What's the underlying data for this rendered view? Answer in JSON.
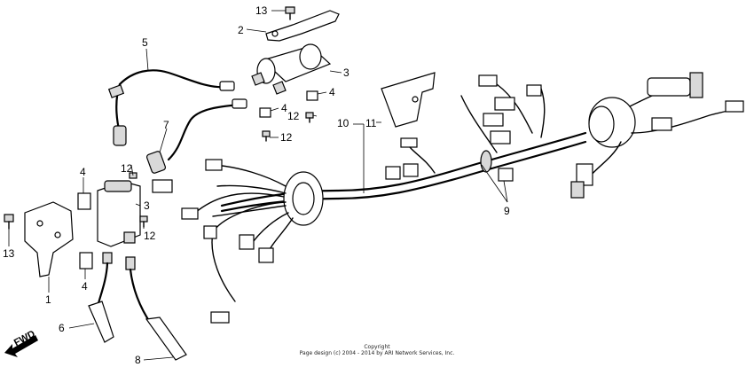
{
  "callouts": {
    "c1": "1",
    "c2": "2",
    "c3a": "3",
    "c3b": "3",
    "c4a": "4",
    "c4b": "4",
    "c4c": "4",
    "c4d": "4",
    "c5": "5",
    "c6": "6",
    "c7": "7",
    "c8": "8",
    "c9": "9",
    "c10": "10",
    "c11": "11",
    "c12a": "12",
    "c12b": "12",
    "c12c": "12",
    "c12d": "12",
    "c13a": "13",
    "c13b": "13"
  },
  "fwd_label": "FWD",
  "copyright_line1": "Copyright",
  "copyright_line2": "Page design (c) 2004 - 2014 by ARI Network Services, Inc."
}
